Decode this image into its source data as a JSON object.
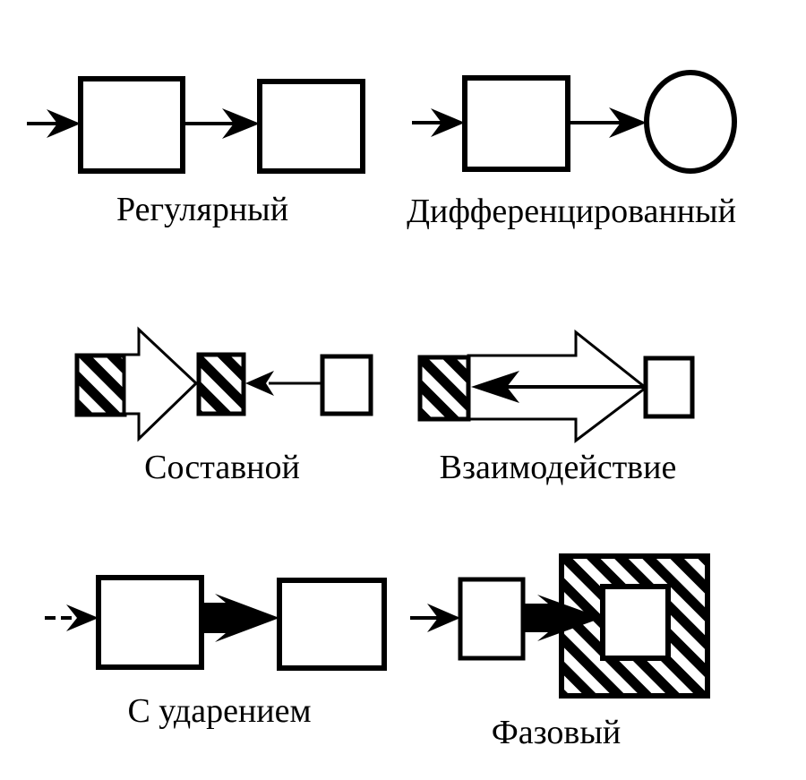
{
  "colors": {
    "ink": "#000000",
    "paper": "#ffffff"
  },
  "patterns": [
    {
      "label": "Регулярный",
      "icons": [
        "arrow-right-icon",
        "square-icon",
        "arrow-right-icon",
        "square-icon"
      ]
    },
    {
      "label": "Дифференцированный",
      "icons": [
        "arrow-right-icon",
        "square-icon",
        "arrow-right-icon",
        "circle-icon"
      ]
    },
    {
      "label": "Составной",
      "icons": [
        "hatched-square-icon",
        "block-arrow-right-icon",
        "hatched-square-icon",
        "arrow-left-icon",
        "square-icon"
      ]
    },
    {
      "label": "Взаимодействие",
      "icons": [
        "hatched-square-icon",
        "arrow-left-icon",
        "block-arrow-right-icon",
        "square-icon"
      ]
    },
    {
      "label": "С ударением",
      "icons": [
        "dashed-arrow-right-icon",
        "square-icon",
        "bold-arrow-right-icon",
        "square-icon"
      ]
    },
    {
      "label": "Фазовый",
      "icons": [
        "arrow-right-icon",
        "square-icon",
        "bold-arrow-right-icon",
        "hatched-frame-icon",
        "square-icon"
      ]
    }
  ]
}
